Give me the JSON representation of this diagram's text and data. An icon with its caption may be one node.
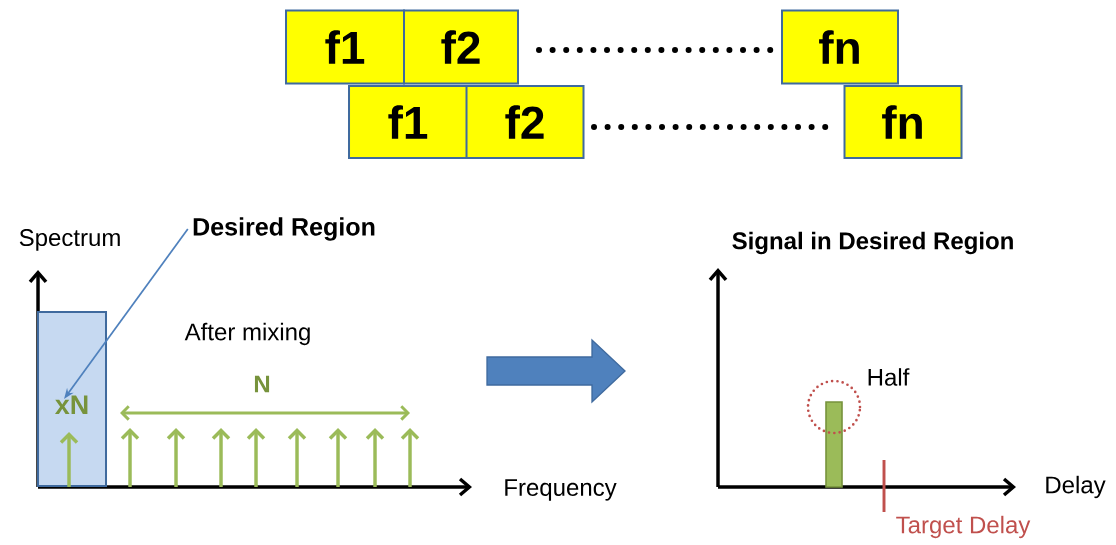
{
  "diagram": {
    "nodes": [
      {
        "text": [
          "f1"
        ]
      },
      {
        "text": [
          "f2"
        ]
      },
      {
        "text": [
          "fn"
        ]
      },
      {
        "text": [
          "f1"
        ]
      },
      {
        "text": [
          "f2"
        ]
      },
      {
        "text": [
          "fn"
        ]
      },
      {
        "text": [
          "Desired Region"
        ]
      },
      {
        "text": [
          "xN"
        ]
      }
    ],
    "edges": [
      {
        "from": 6,
        "to": 7,
        "arrow": "to"
      }
    ],
    "labels": [
      "Spectrum",
      "After mixing",
      "N",
      "Frequency",
      "Signal in Desired Region",
      "Half",
      "Delay",
      "Target Delay"
    ]
  }
}
